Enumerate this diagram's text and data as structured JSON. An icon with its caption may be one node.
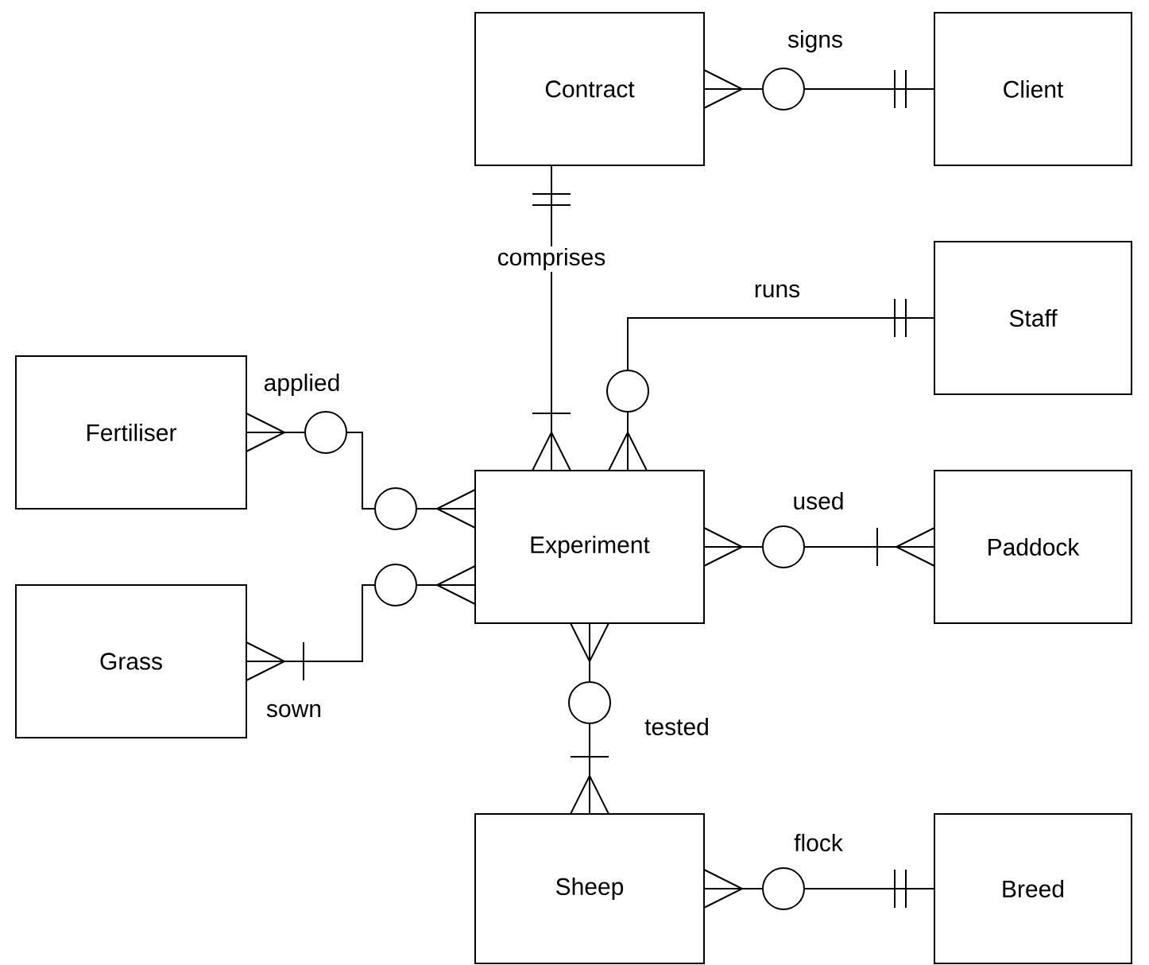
{
  "diagram": {
    "nodes": [
      {
        "text": [
          "Contract"
        ]
      },
      {
        "text": [
          "Client"
        ]
      },
      {
        "text": [
          "Staff"
        ]
      },
      {
        "text": [
          "Fertiliser"
        ]
      },
      {
        "text": [
          "Experiment"
        ]
      },
      {
        "text": [
          "Paddock"
        ]
      },
      {
        "text": [
          "Grass"
        ]
      },
      {
        "text": [
          "Sheep"
        ]
      },
      {
        "text": [
          "Breed"
        ]
      }
    ],
    "edges": [
      {
        "from": 0,
        "to": 1,
        "arrow": "other",
        "label": "signs"
      },
      {
        "from": 0,
        "to": 4,
        "arrow": "other",
        "label": "comprises"
      },
      {
        "from": 2,
        "to": 4,
        "arrow": "other",
        "label": "runs"
      },
      {
        "from": 3,
        "to": 4,
        "arrow": "other",
        "label": "applied"
      },
      {
        "from": 6,
        "to": 4,
        "arrow": "other",
        "label": "sown"
      },
      {
        "from": 4,
        "to": 5,
        "arrow": "other",
        "label": "used"
      },
      {
        "from": 4,
        "to": 7,
        "arrow": "other",
        "label": "tested"
      },
      {
        "from": 7,
        "to": 8,
        "arrow": "other",
        "label": "flock"
      }
    ]
  }
}
